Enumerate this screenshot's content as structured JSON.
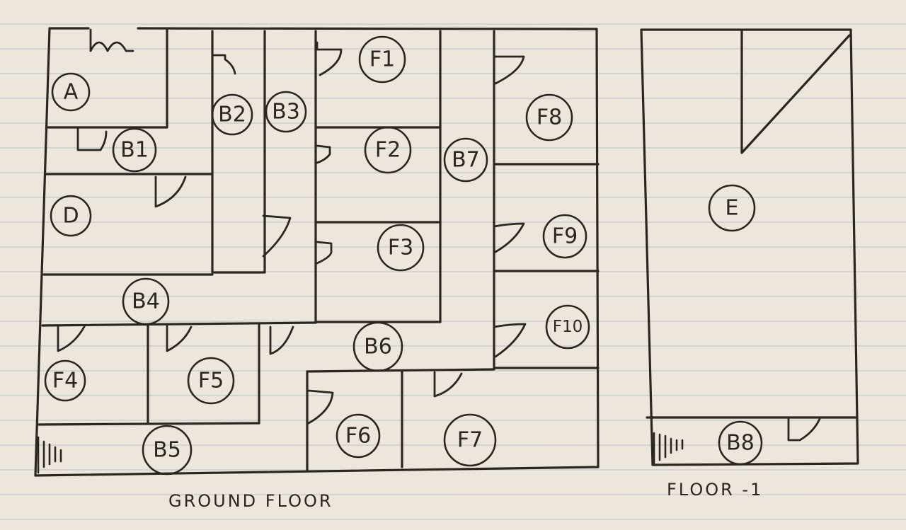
{
  "floor_labels": {
    "ground": "GROUND FLOOR",
    "minus_one": "FLOOR -1"
  },
  "rooms": {
    "A": "A",
    "B1": "B1",
    "B2": "B2",
    "B3": "B3",
    "B4": "B4",
    "B5": "B5",
    "B6": "B6",
    "B7": "B7",
    "B8": "B8",
    "D": "D",
    "E": "E",
    "F1": "F1",
    "F2": "F2",
    "F3": "F3",
    "F4": "F4",
    "F5": "F5",
    "F6": "F6",
    "F7": "F7",
    "F8": "F8",
    "F9": "F9",
    "F10": "F10"
  }
}
